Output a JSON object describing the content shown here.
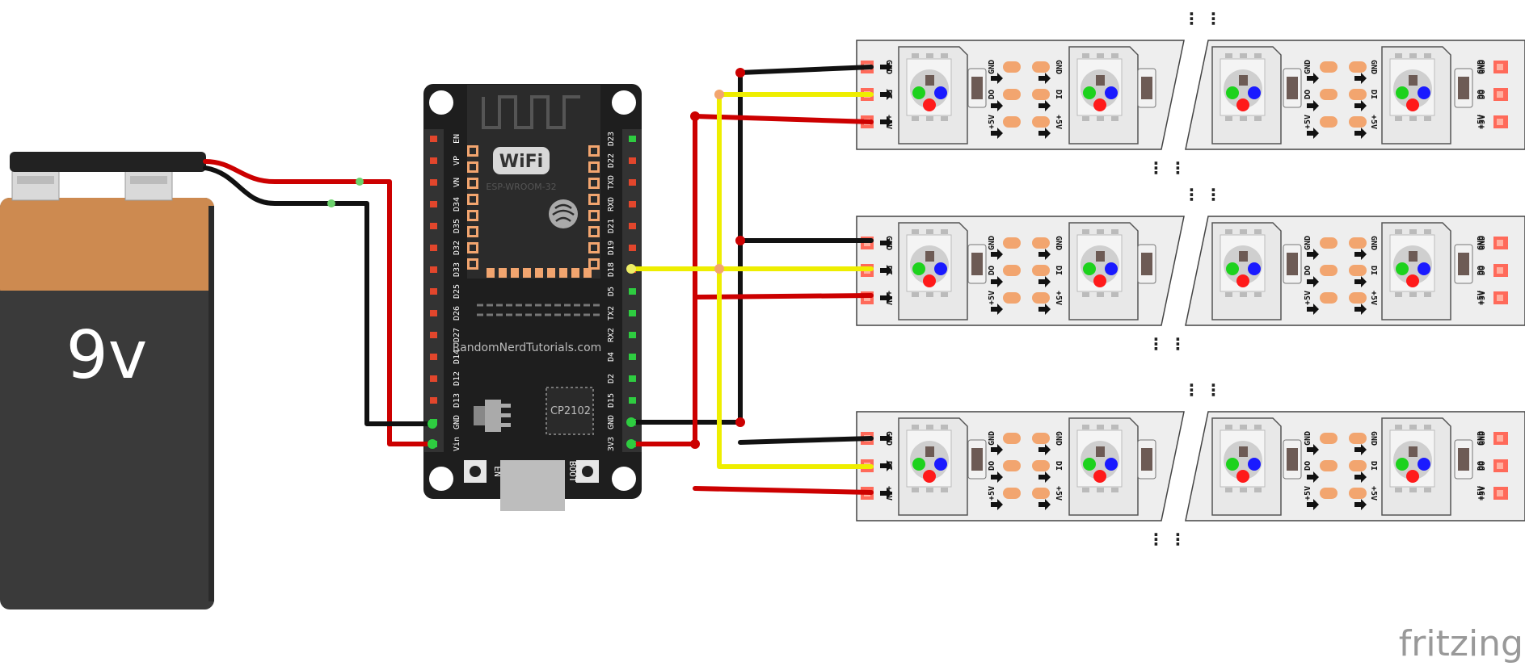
{
  "battery": {
    "label": "9v"
  },
  "board": {
    "wifi_logo": "WiFi",
    "module": "ESP-WROOM-32",
    "site": "RandomNerdTutorials.com",
    "chip": "CP2102",
    "button_en": "EN",
    "button_boot": "BOOT",
    "left_pins": [
      "EN",
      "VP",
      "VN",
      "D34",
      "D35",
      "D32",
      "D33",
      "D25",
      "D26",
      "D27",
      "D14",
      "D12",
      "D13",
      "GND",
      "Vin"
    ],
    "right_pins": [
      "D23",
      "D22",
      "TXD",
      "RXD",
      "D21",
      "D19",
      "D18",
      "D5",
      "TX2",
      "RX2",
      "D4",
      "D2",
      "D15",
      "GND",
      "3V3"
    ]
  },
  "strip": {
    "in_labels": [
      "GND",
      "DI",
      "+5V"
    ],
    "out_labels": [
      "GND",
      "DO",
      "+5V"
    ],
    "continuation": "⋮ ⋮"
  },
  "watermark": "fritzing",
  "colors": {
    "power": "#cc0000",
    "ground": "#111111",
    "data": "#eeee00"
  }
}
